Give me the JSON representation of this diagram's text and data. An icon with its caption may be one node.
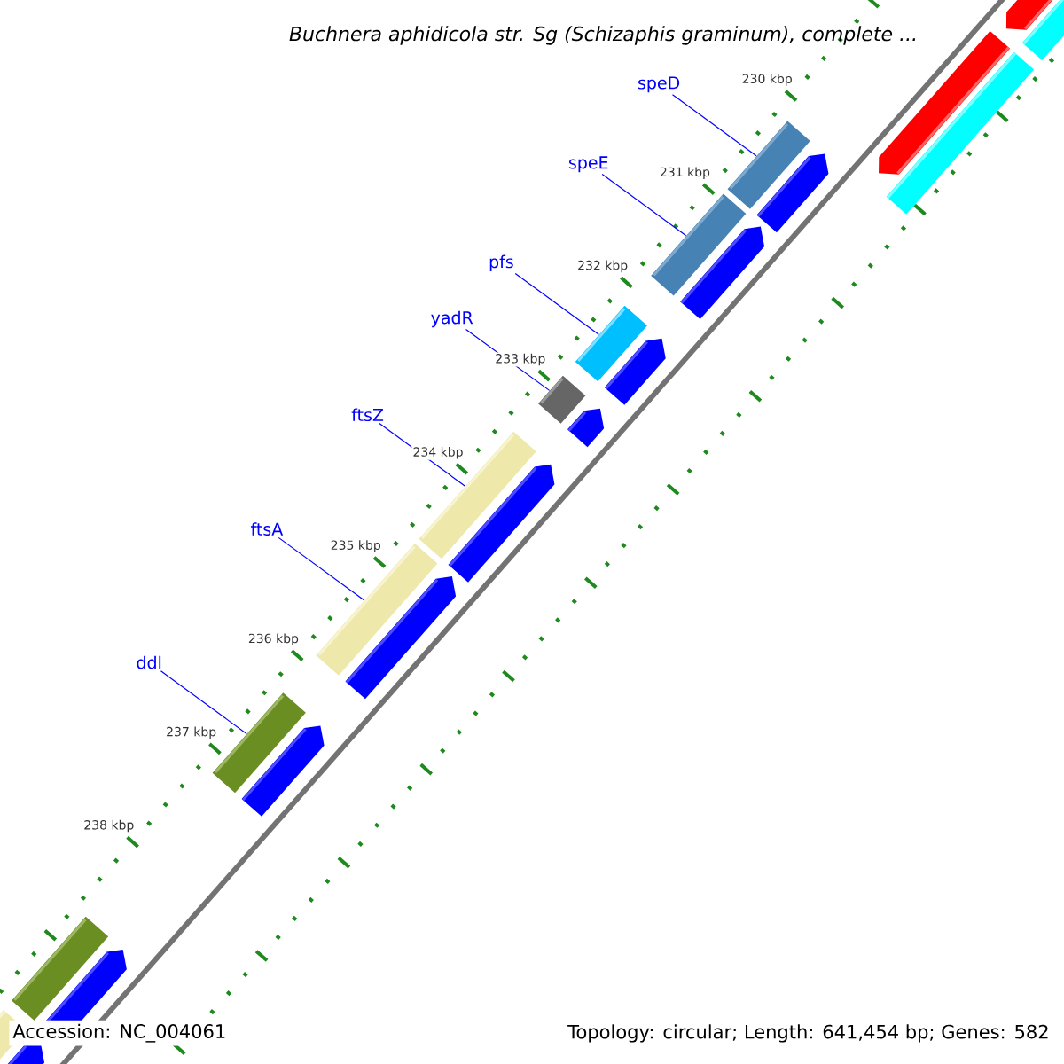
{
  "diagram": {
    "title": "Buchnera aphidicola str. Sg (Schizaphis graminum), complete ...",
    "nodes": [
      {
        "text": [
          "speD"
        ]
      },
      {
        "text": [
          "speE"
        ]
      },
      {
        "text": [
          "pfs"
        ]
      },
      {
        "text": [
          "yadR"
        ]
      },
      {
        "text": [
          "ftsZ"
        ]
      },
      {
        "text": [
          "ftsA"
        ]
      },
      {
        "text": [
          "ddl"
        ]
      },
      {
        "text": [],
        "shape": "bar"
      },
      {
        "text": [],
        "shape": "bar"
      },
      {
        "text": [],
        "shape": "bar"
      },
      {
        "text": [],
        "shape": "bar"
      },
      {
        "text": [],
        "shape": "bar"
      },
      {
        "text": [],
        "shape": "bar"
      },
      {
        "text": [],
        "shape": "bar"
      },
      {
        "text": [],
        "shape": "bar"
      }
    ],
    "edges": [
      {
        "from": 0,
        "to": 7,
        "arrow": "none"
      },
      {
        "from": 1,
        "to": 8,
        "arrow": "none"
      },
      {
        "from": 2,
        "to": 9,
        "arrow": "none"
      },
      {
        "from": 3,
        "to": 10,
        "arrow": "none"
      },
      {
        "from": 4,
        "to": 11,
        "arrow": "none"
      },
      {
        "from": 5,
        "to": 12,
        "arrow": "none"
      },
      {
        "from": 6,
        "to": 13,
        "arrow": "none"
      }
    ],
    "labels": [
      "230 kbp",
      "231 kbp",
      "232 kbp",
      "233 kbp",
      "234 kbp",
      "235 kbp",
      "236 kbp",
      "237 kbp",
      "238 kbp",
      "Accession: NC_004061",
      "Topology: circular; Length: 641,454 bp; Genes: 582"
    ]
  }
}
